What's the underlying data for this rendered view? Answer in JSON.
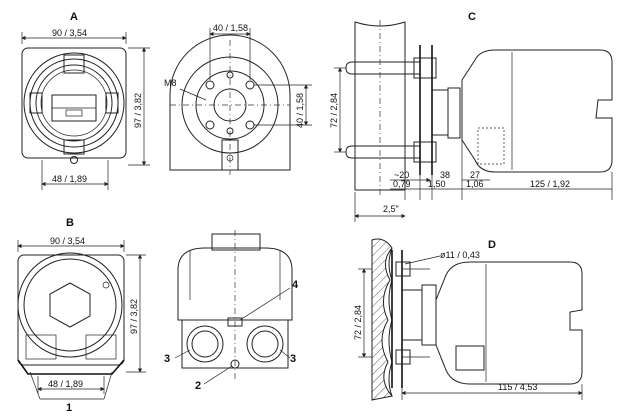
{
  "views": {
    "A": {
      "label": "A",
      "dim_width": "90 / 3,54",
      "dim_height": "97 / 3,82",
      "dim_base": "48 / 1,89"
    },
    "A2": {
      "dim_top": "40 / 1,58",
      "dim_side": "40 / 1,58",
      "thread": "M8"
    },
    "B": {
      "label": "B",
      "dim_width": "90 / 3,54",
      "dim_height": "97 / 3,82",
      "dim_base": "48 / 1,89",
      "callout_1": "1"
    },
    "B2": {
      "callout_2": "2",
      "callout_3a": "3",
      "callout_3b": "3",
      "callout_4": "4"
    },
    "C": {
      "label": "C",
      "dim_height": "72 / 2,84",
      "d20": "~20",
      "d38": "38",
      "d27": "27",
      "d079": "0,79",
      "d150": "1,50",
      "d106": "1,06",
      "d125": "125 / 1,92",
      "d25": "2,5\""
    },
    "D": {
      "label": "D",
      "dim_height": "72 / 2,84",
      "dia": "ø11 / 0,43",
      "dim_len": "115 / 4,53"
    }
  }
}
